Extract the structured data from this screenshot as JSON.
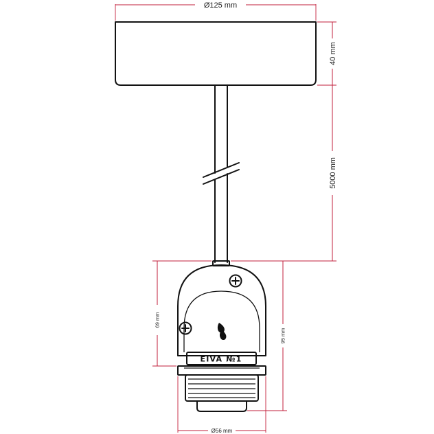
{
  "dimensions": {
    "canopy_diameter": "Ø125 mm",
    "canopy_height": "40 mm",
    "cable_length": "5000 mm",
    "holder_body_height": "69 mm",
    "holder_total_height": "95 mm",
    "holder_diameter": "Ø56 mm"
  },
  "socket_label": "EIVA №1",
  "colors": {
    "dimension_line": "#c21f3b",
    "outline": "#111111",
    "background": "#ffffff"
  },
  "icons": [
    "screw-icon",
    "logo-icon"
  ]
}
